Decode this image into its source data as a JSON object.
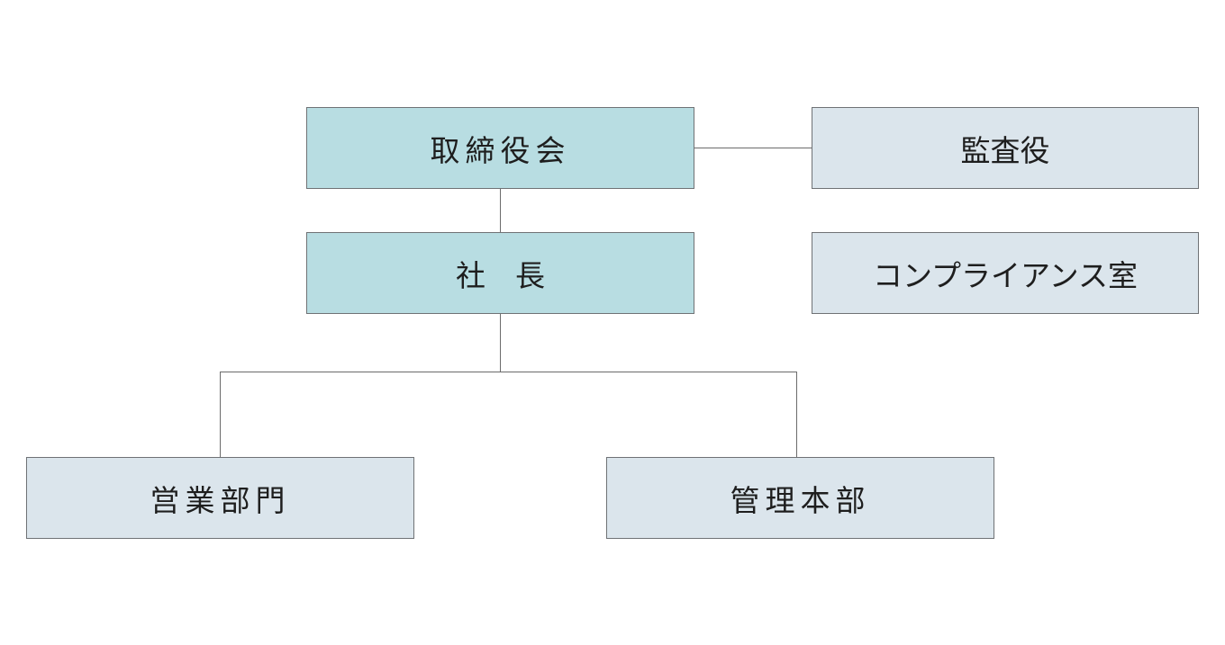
{
  "org_chart": {
    "board": "取締役会",
    "auditor": "監査役",
    "president": "社　長",
    "compliance": "コンプライアンス室",
    "sales": "営業部門",
    "admin": "管理本部"
  },
  "colors": {
    "primary_fill": "#b8dde2",
    "secondary_fill": "#dbe5ec",
    "border": "#6f7275",
    "connector": "#6b6b6b"
  }
}
